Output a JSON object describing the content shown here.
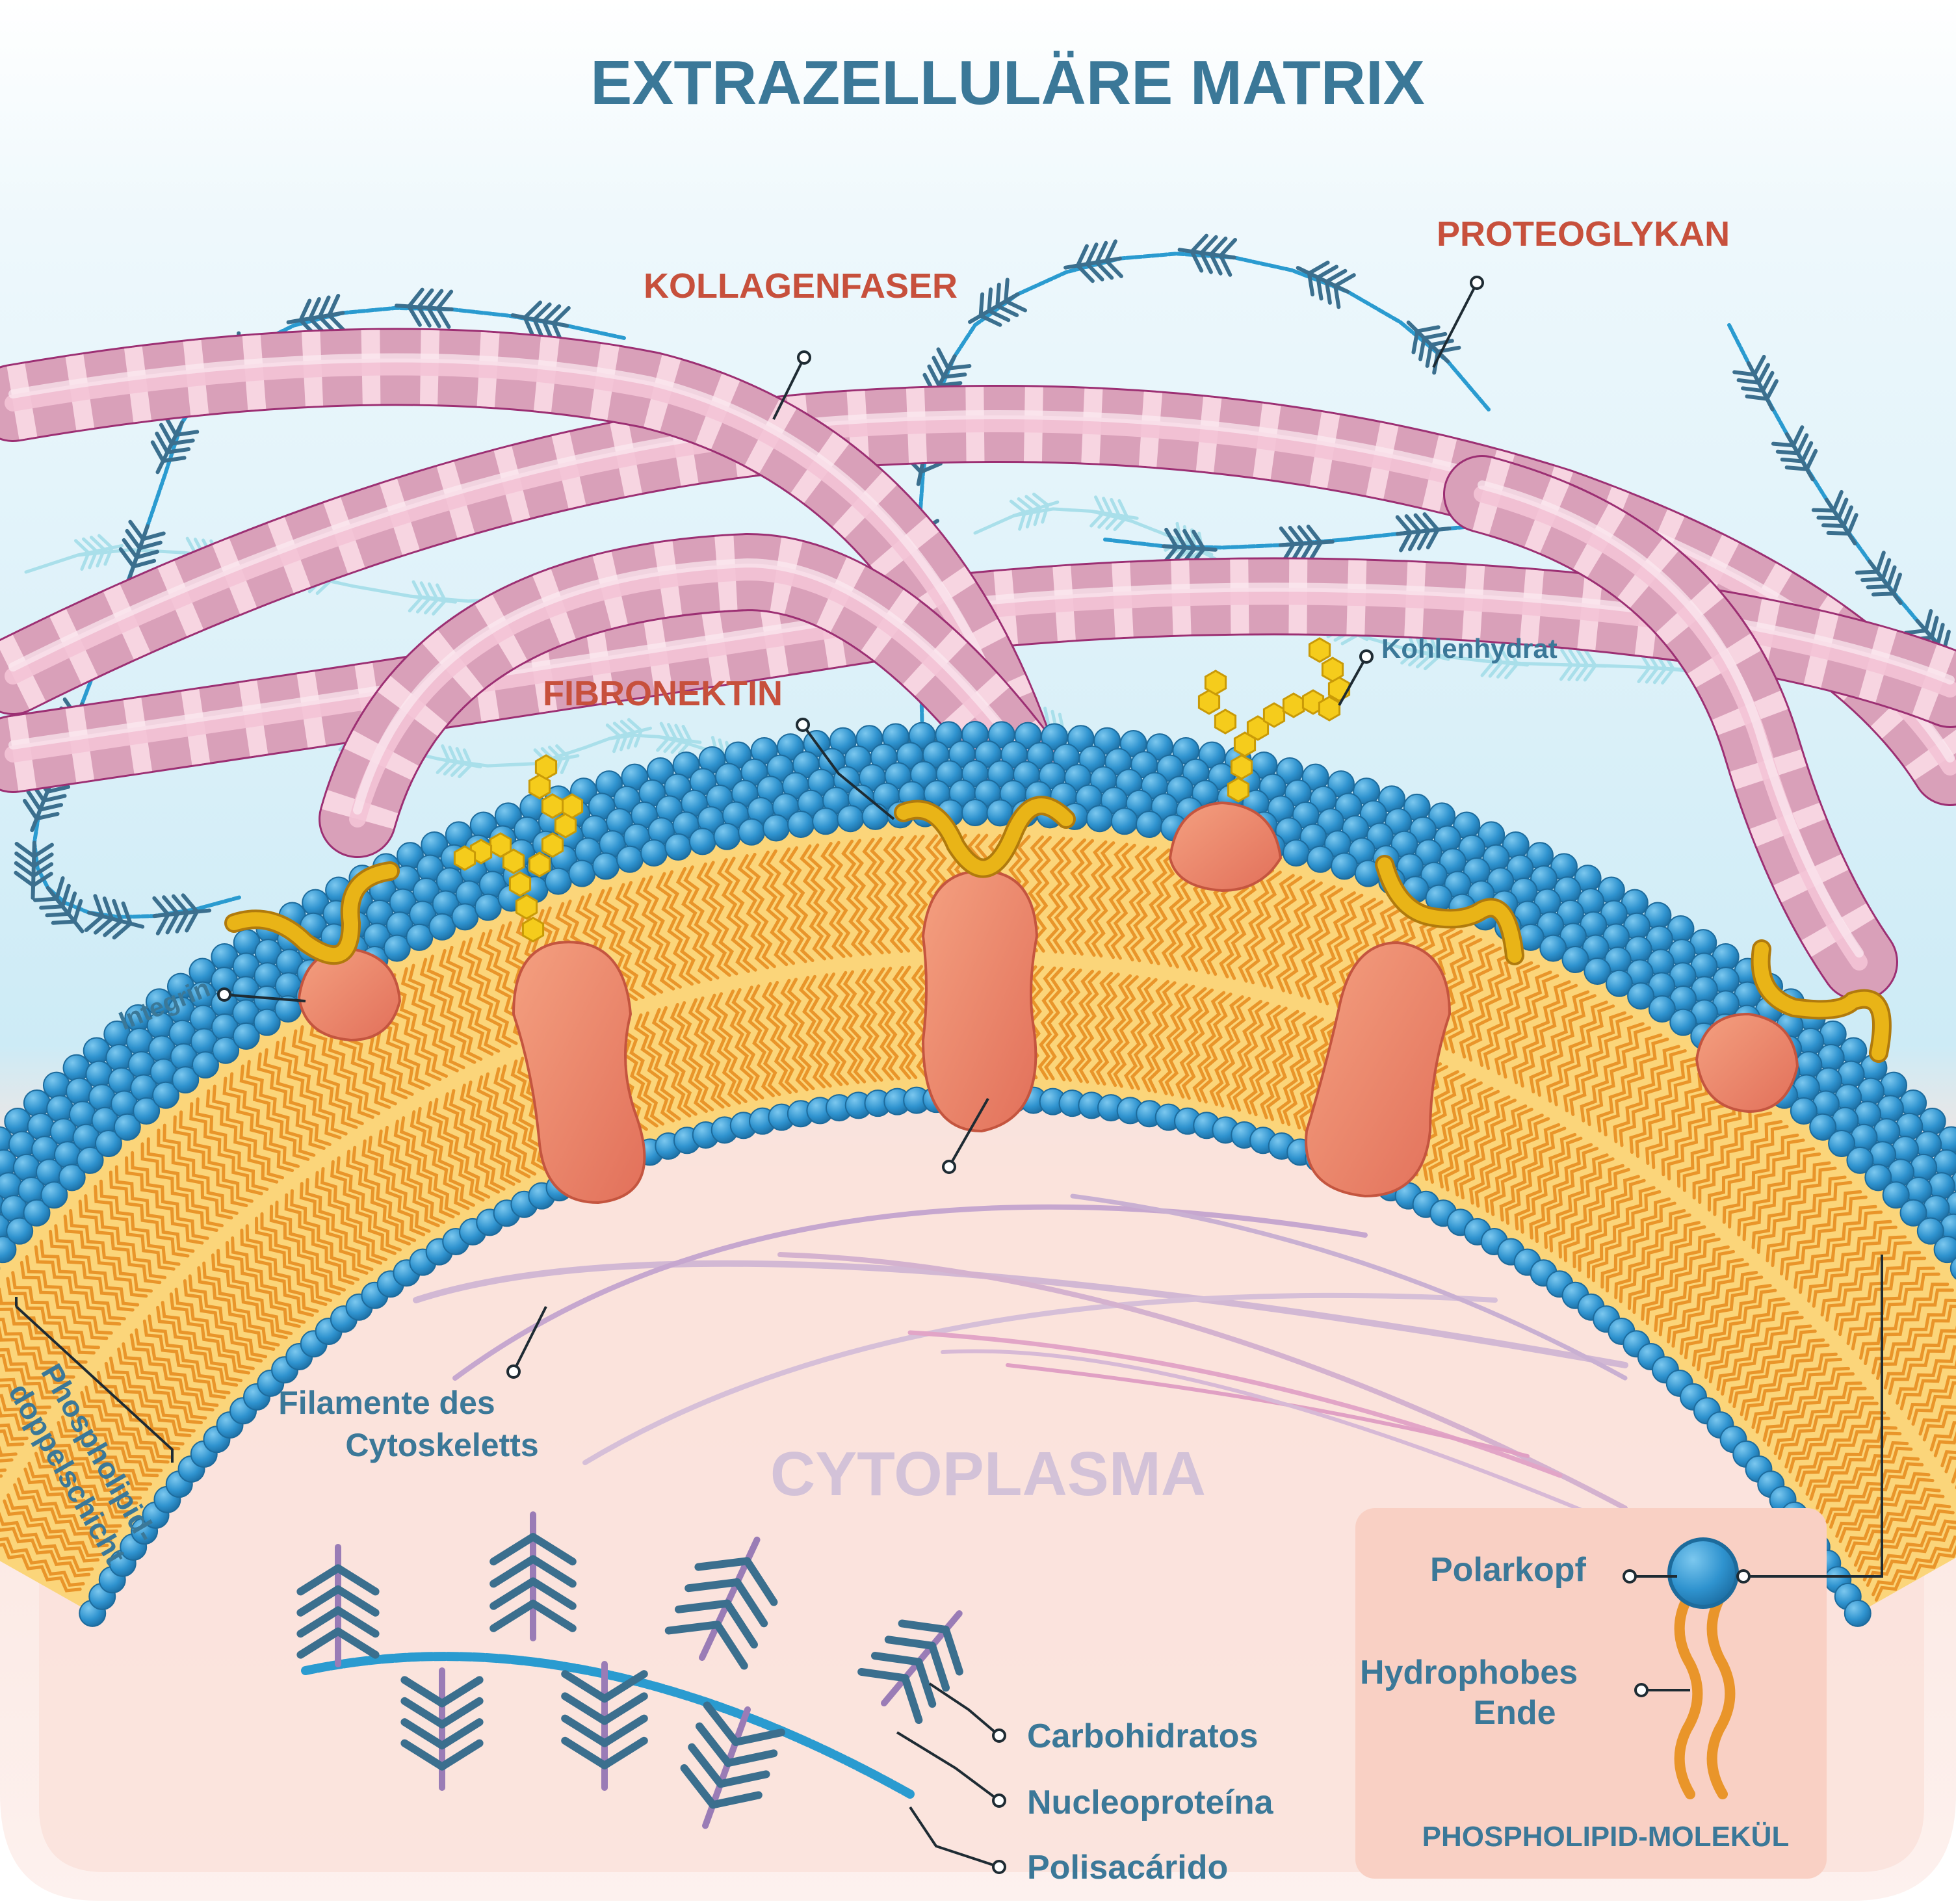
{
  "title": "EXTRAZELLULÄRE MATRIX",
  "labels": {
    "collagen": "KOLLAGENFASER",
    "proteoglycan": "PROTEOGLYKAN",
    "fibronectin": "FIBRONEKTIN",
    "carbohydrate": "Kohlenhydrat",
    "integrin": "Integrin",
    "cytoskeleton_line1": "Filamente des",
    "cytoskeleton_line2": "Cytoskeletts",
    "cytoplasm": "CYTOPLASMA",
    "bilayer_line1": "Phospholipid-",
    "bilayer_line2": "doppelschicht"
  },
  "legend_bottom": {
    "carbohydrates": "Carbohidratos",
    "nucleoprotein": "Nucleoproteína",
    "polysaccharide": "Polisacárido"
  },
  "phospholipid_box": {
    "polar_head": "Polarkopf",
    "hydrophobic_line1": "Hydrophobes",
    "hydrophobic_line2": "Ende",
    "title": "PHOSPHOLIPID-MOLEKÜL"
  },
  "colors": {
    "title_blue": "#3b7898",
    "label_red": "#c7503c",
    "collagen_pink": "#d9a0b9",
    "collagen_outline": "#9c2f73",
    "lipid_head": "#2f93cf",
    "lipid_tail": "#e9952a",
    "bilayer_fill": "#fbd57a",
    "protein_orange": "#ec8768",
    "carbohydrate_yellow": "#f5cc1c",
    "fibronectin_gold": "#e9b417",
    "matrix_bg": "#d8f0f8",
    "cytoplasm_bg": "#fbe0da",
    "cytoplasm_text": "#d3c2d8"
  }
}
